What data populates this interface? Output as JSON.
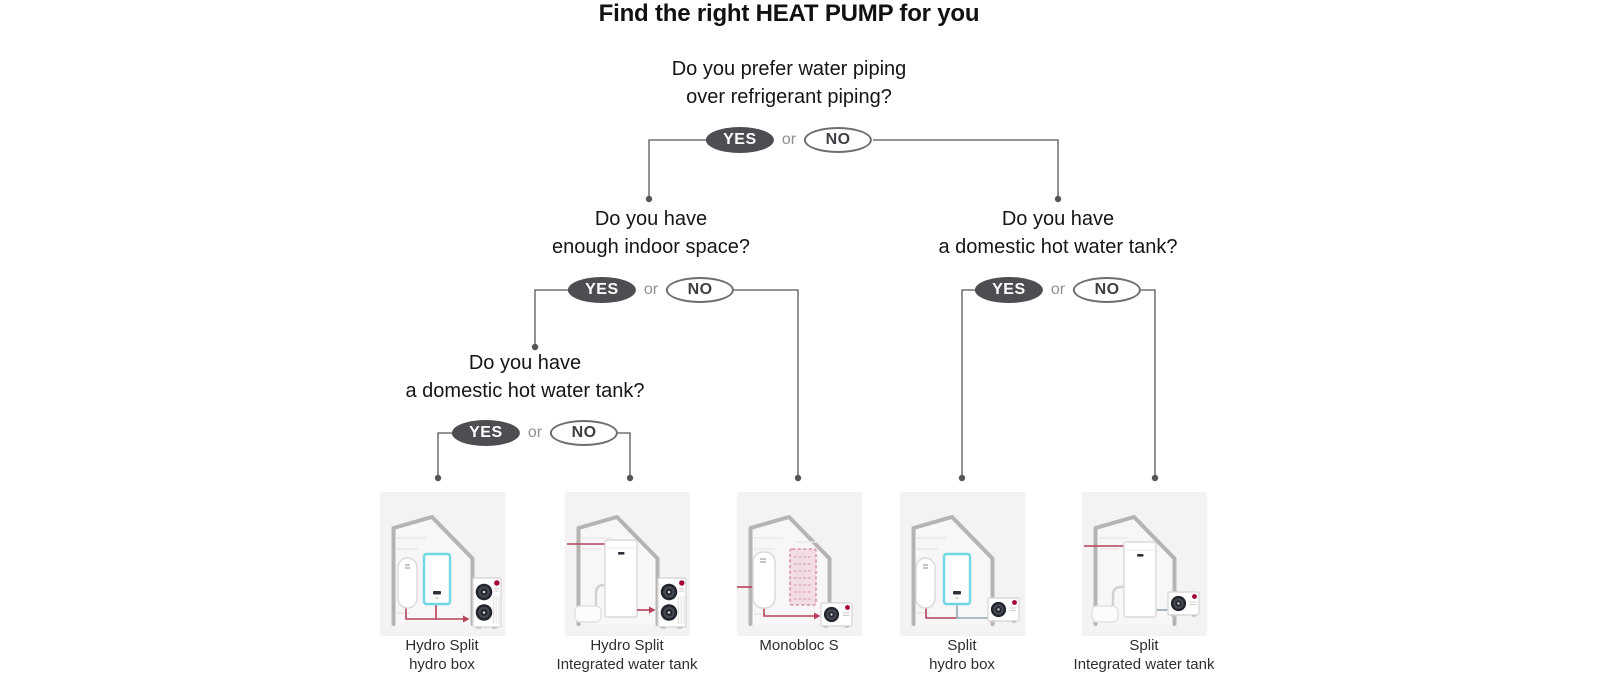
{
  "title": "Find the right HEAT PUMP for you",
  "badges": {
    "yes": "YES",
    "or": "or",
    "no": "NO"
  },
  "questions": {
    "q1": {
      "line1": "Do you prefer water piping",
      "line2": "over refrigerant piping?"
    },
    "q2_left": {
      "line1": "Do you have",
      "line2": "enough indoor space?"
    },
    "q2_right": {
      "line1": "Do you have",
      "line2": "a domestic hot water tank?"
    },
    "q3": {
      "line1": "Do you have",
      "line2": "a domestic hot water tank?"
    }
  },
  "products": [
    {
      "label_line1": "Hydro Split",
      "label_line2": "hydro box"
    },
    {
      "label_line1": "Hydro Split",
      "label_line2": "Integrated water tank"
    },
    {
      "label_line1": "Monobloc S",
      "label_line2": ""
    },
    {
      "label_line1": "Split",
      "label_line2": "hydro box"
    },
    {
      "label_line1": "Split",
      "label_line2": "Integrated water tank"
    }
  ],
  "colors": {
    "title_text": "#111111",
    "question_text": "#151515",
    "label_text": "#2e2e31",
    "yes_badge_bg": "#4d4e52",
    "yes_badge_text": "#ffffff",
    "no_badge_border": "#6d6e72",
    "no_badge_text": "#3e3f44",
    "or_text": "#8f9094",
    "connector": "#55565a",
    "card_bg": "#f4f2f2",
    "house_outline": "#b6b3b3",
    "pipe_water": "#b8415a",
    "pipe_refrigerant": "#90a9b3",
    "hydro_box_accent": "#6fd6e4",
    "monobloc_zone_pink": "#d693a8",
    "lg_logo_red": "#a50034"
  }
}
